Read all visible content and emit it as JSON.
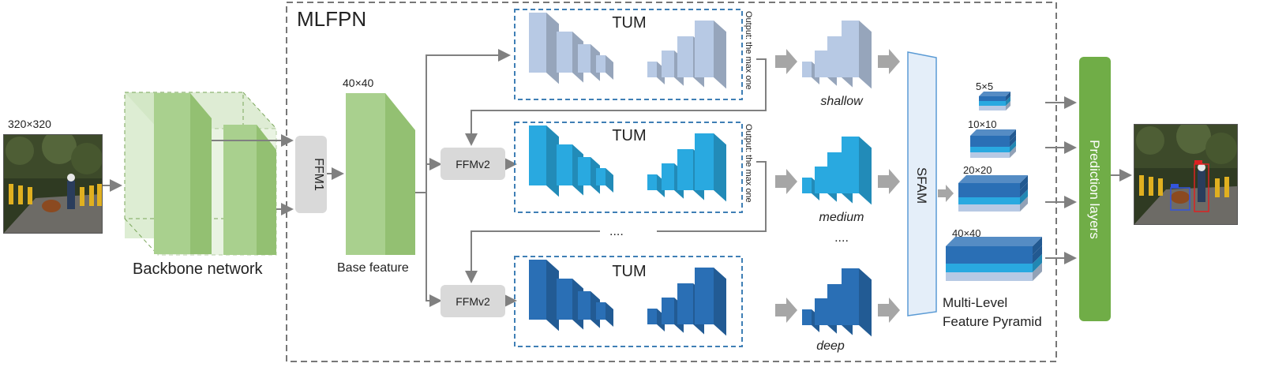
{
  "mlfpn_title": "MLFPN",
  "input_size": "320×320",
  "backbone_label": "Backbone network",
  "base_feature_label": "Base feature",
  "base_feature_size": "40×40",
  "ffm1_label": "FFM1",
  "ffmv2_label": "FFMv2",
  "tum_label": "TUM",
  "output_note": "Output: the max one",
  "ellipsis": "....",
  "level_names": [
    "shallow",
    "medium",
    "deep"
  ],
  "sfam_label": "SFAM",
  "pyramid_sizes": [
    "5×5",
    "10×10",
    "20×20",
    "40×40"
  ],
  "pyramid_label_line1": "Multi-Level",
  "pyramid_label_line2": "Feature Pyramid",
  "prediction_label": "Prediction layers",
  "colors": {
    "shallow": "#b7c9e4",
    "medium": "#29a9e0",
    "deep": "#2a6fb5",
    "green_feature": "#a9d08e",
    "ffm_box": "#d9d9d9",
    "prediction": "#70ad47",
    "sfam": "#e4eef9",
    "dashed_border": "#777777",
    "tum_border": "#3f7fb5",
    "arrow": "#808080"
  }
}
